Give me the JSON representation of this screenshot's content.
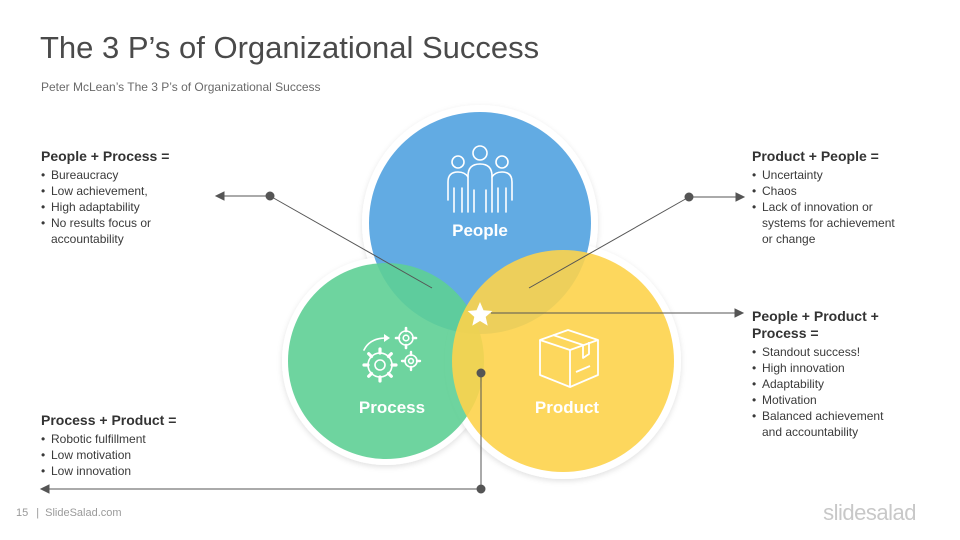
{
  "header": {
    "title": "The 3 P’s of Organizational Success",
    "subtitle": "Peter McLean’s The 3 P’s of Organizational  Success"
  },
  "circles": {
    "people": {
      "label": "People",
      "color": "#5aa7e2",
      "icon": "people-group-icon"
    },
    "process": {
      "label": "Process",
      "color": "#5ecf95",
      "icon": "gears-icon"
    },
    "product": {
      "label": "Product",
      "color": "#fdd34b",
      "icon": "box-icon"
    }
  },
  "center_icon": "star-icon",
  "callouts": {
    "people_process": {
      "heading": "People + Process =",
      "items": [
        "Bureaucracy",
        "Low achievement,",
        "High adaptability",
        "No results focus or",
        "accountability"
      ]
    },
    "product_people": {
      "heading": "Product + People =",
      "items": [
        "Uncertainty",
        "Chaos",
        "Lack of innovation or",
        "systems for achievement",
        "or change"
      ]
    },
    "all_three": {
      "heading_line1": "People + Product +",
      "heading_line2": "Process =",
      "items": [
        "Standout success!",
        "High innovation",
        "Adaptability",
        "Motivation",
        "Balanced achievement",
        "and accountability"
      ]
    },
    "process_product": {
      "heading": "Process + Product =",
      "items": [
        "Robotic fulfillment",
        "Low motivation",
        "Low innovation"
      ]
    }
  },
  "footer": {
    "page_number": "15",
    "site": "SlideSalad.com",
    "brand": "slidesalad"
  }
}
